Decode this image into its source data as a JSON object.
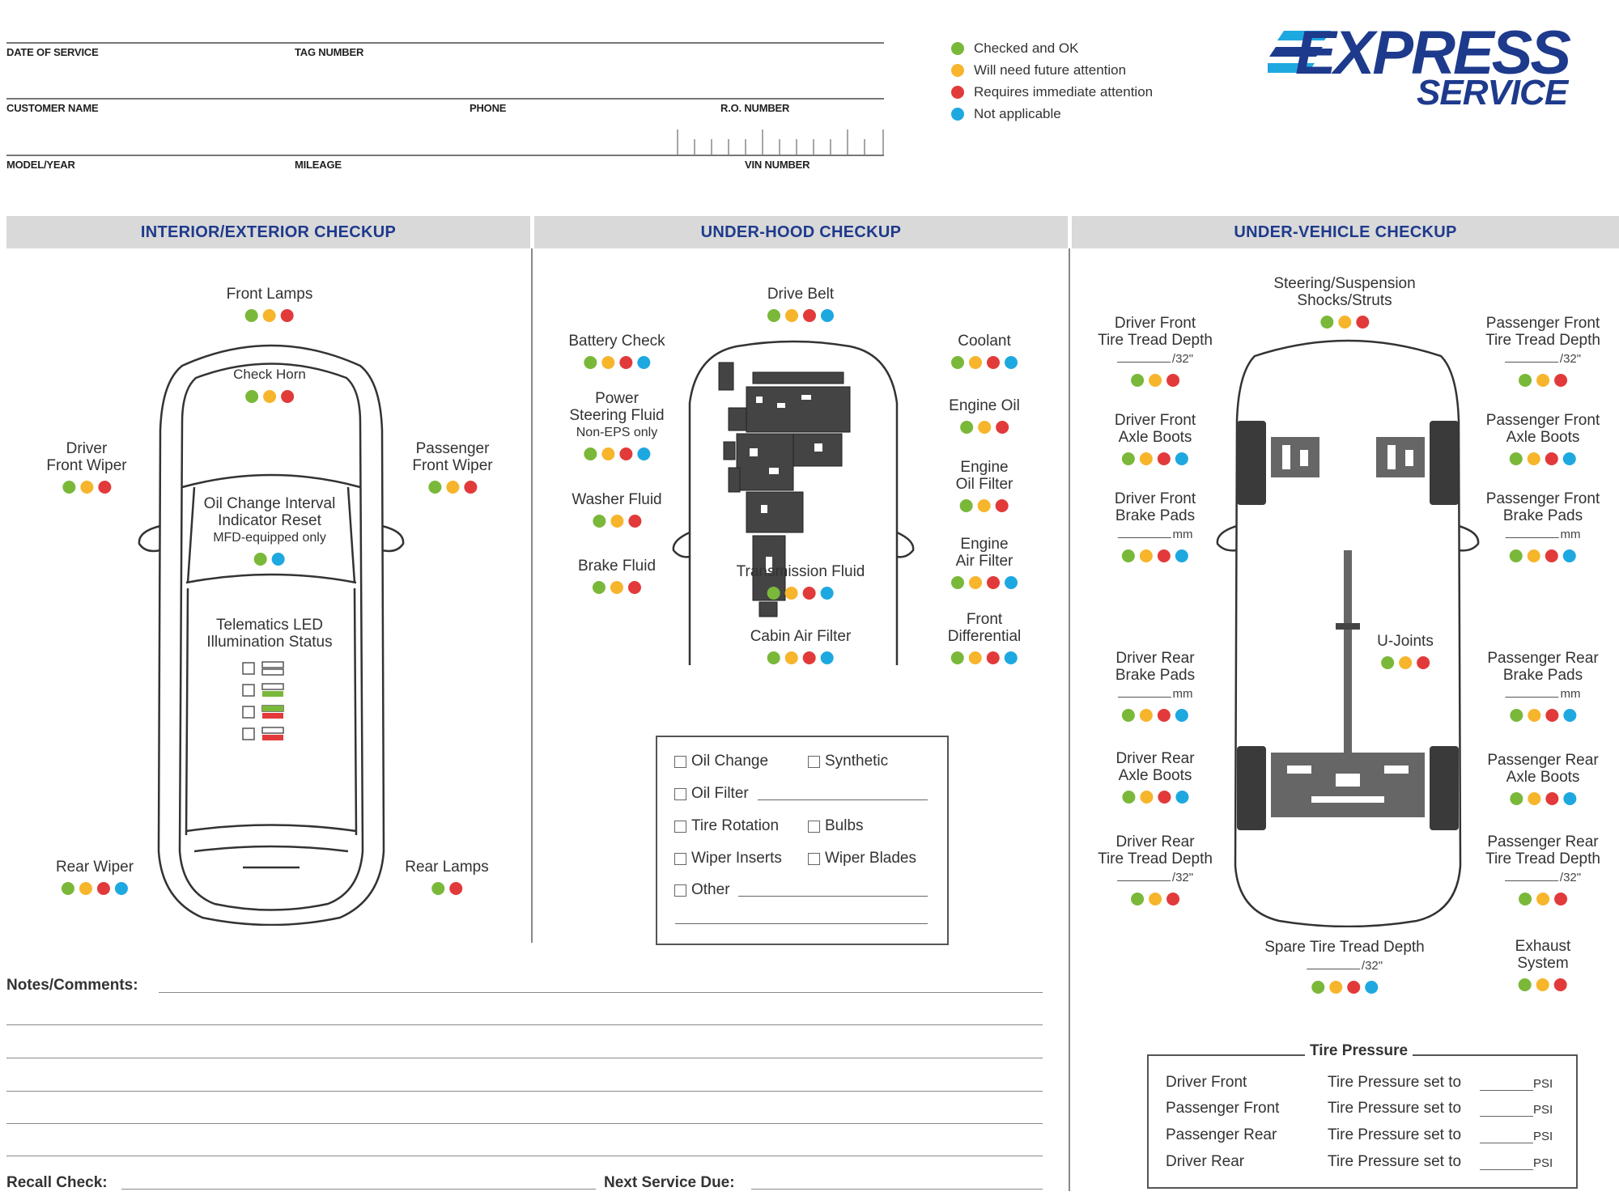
{
  "form_fields": {
    "date_of_service": "DATE OF SERVICE",
    "tag_number": "TAG NUMBER",
    "customer_name": "CUSTOMER NAME",
    "phone": "PHONE",
    "ro_number": "R.O. NUMBER",
    "model_year": "MODEL/YEAR",
    "mileage": "MILEAGE",
    "vin_number": "VIN NUMBER"
  },
  "legend": [
    {
      "color": "#7ab83a",
      "label": "Checked and OK"
    },
    {
      "color": "#f7b52c",
      "label": "Will need future attention"
    },
    {
      "color": "#e23a3a",
      "label": "Requires immediate attention"
    },
    {
      "color": "#1ea8e0",
      "label": "Not applicable"
    }
  ],
  "logo": {
    "line1": "EXPRESS",
    "line2": "SERVICE",
    "color": "#1e3a8c",
    "accent": "#1ea8e0"
  },
  "sections": {
    "interior": "INTERIOR/EXTERIOR CHECKUP",
    "underhood": "UNDER-HOOD CHECKUP",
    "undervehicle": "UNDER-VEHICLE CHECKUP"
  },
  "interior": {
    "front_lamps": "Front Lamps",
    "check_horn": "Check Horn",
    "driver_wiper_1": "Driver",
    "driver_wiper_2": "Front Wiper",
    "pass_wiper_1": "Passenger",
    "pass_wiper_2": "Front Wiper",
    "oil_reset_1": "Oil Change Interval",
    "oil_reset_2": "Indicator Reset",
    "oil_reset_3": "MFD-equipped only",
    "telematics_1": "Telematics LED",
    "telematics_2": "Illumination Status",
    "rear_wiper": "Rear Wiper",
    "rear_lamps": "Rear Lamps"
  },
  "underhood": {
    "drive_belt": "Drive Belt",
    "battery": "Battery Check",
    "power_steering_1": "Power",
    "power_steering_2": "Steering Fluid",
    "power_steering_3": "Non-EPS only",
    "washer": "Washer Fluid",
    "brake_fluid": "Brake Fluid",
    "transmission": "Transmission Fluid",
    "cabin_filter": "Cabin Air Filter",
    "coolant": "Coolant",
    "engine_oil": "Engine Oil",
    "oil_filter_1": "Engine",
    "oil_filter_2": "Oil Filter",
    "air_filter_1": "Engine",
    "air_filter_2": "Air Filter",
    "front_diff_1": "Front",
    "front_diff_2": "Differential"
  },
  "services": {
    "oil_change": "Oil Change",
    "synthetic": "Synthetic",
    "oil_filter": "Oil Filter",
    "tire_rotation": "Tire Rotation",
    "bulbs": "Bulbs",
    "wiper_inserts": "Wiper Inserts",
    "wiper_blades": "Wiper Blades",
    "other": "Other"
  },
  "undervehicle": {
    "steering_1": "Steering/Suspension",
    "steering_2": "Shocks/Struts",
    "df_tread_1": "Driver Front",
    "df_tread_2": "Tire Tread Depth",
    "df_axle_1": "Driver Front",
    "df_axle_2": "Axle Boots",
    "df_brake_1": "Driver Front",
    "df_brake_2": "Brake Pads",
    "dr_brake_1": "Driver Rear",
    "dr_brake_2": "Brake Pads",
    "dr_axle_1": "Driver Rear",
    "dr_axle_2": "Axle Boots",
    "dr_tread_1": "Driver Rear",
    "dr_tread_2": "Tire Tread Depth",
    "pf_tread_1": "Passenger Front",
    "pf_tread_2": "Tire Tread Depth",
    "pf_axle_1": "Passenger Front",
    "pf_axle_2": "Axle Boots",
    "pf_brake_1": "Passenger Front",
    "pf_brake_2": "Brake Pads",
    "pr_brake_1": "Passenger Rear",
    "pr_brake_2": "Brake Pads",
    "pr_axle_1": "Passenger Rear",
    "pr_axle_2": "Axle Boots",
    "pr_tread_1": "Passenger Rear",
    "pr_tread_2": "Tire Tread Depth",
    "u_joints": "U-Joints",
    "spare_tread": "Spare Tire Tread Depth",
    "exhaust_1": "Exhaust",
    "exhaust_2": "System",
    "unit_32": "/32\"",
    "unit_mm": "mm"
  },
  "notes": {
    "notes_label": "Notes/Comments:",
    "recall_label": "Recall Check:",
    "next_service_label": "Next Service Due:"
  },
  "tire_pressure": {
    "title": "Tire Pressure",
    "rows": [
      {
        "position": "Driver Front",
        "text": "Tire Pressure set to",
        "unit": "PSI"
      },
      {
        "position": "Passenger Front",
        "text": "Tire Pressure set to",
        "unit": "PSI"
      },
      {
        "position": "Passenger Rear",
        "text": "Tire Pressure set to",
        "unit": "PSI"
      },
      {
        "position": "Driver Rear",
        "text": "Tire Pressure set to",
        "unit": "PSI"
      }
    ]
  }
}
